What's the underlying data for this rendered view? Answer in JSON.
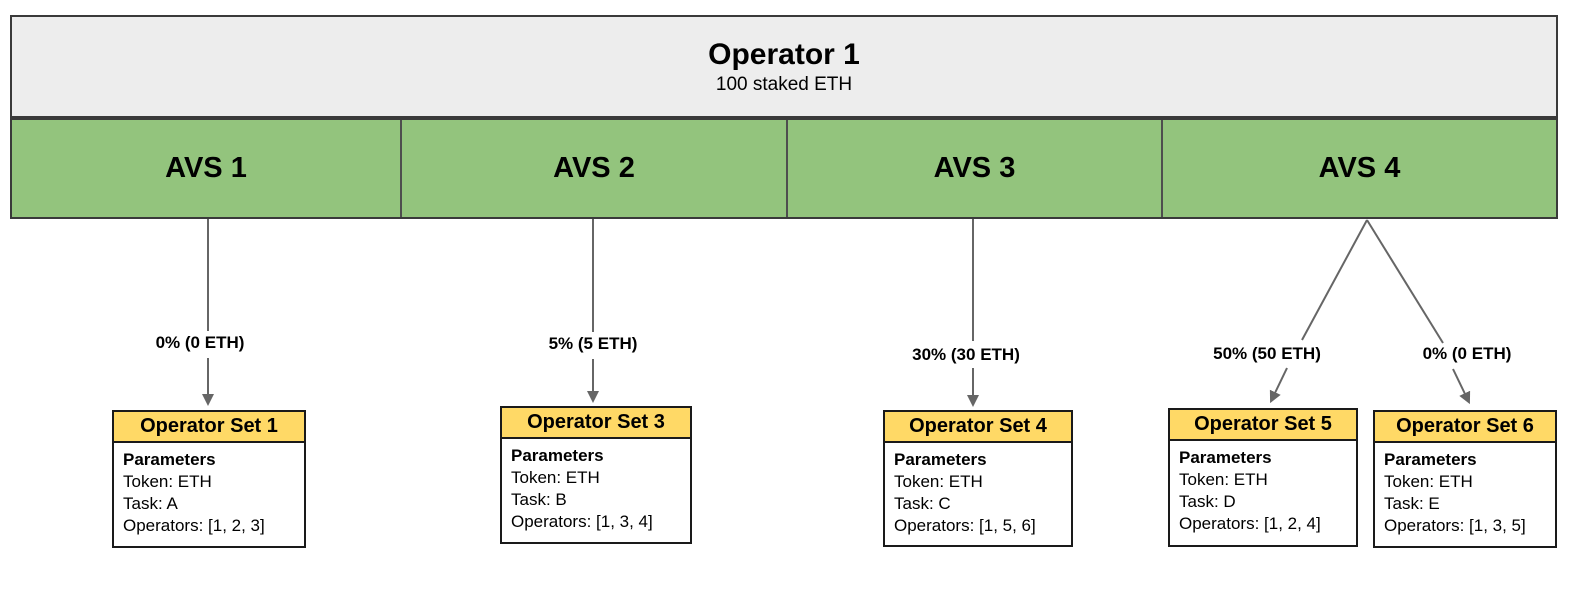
{
  "operator": {
    "title": "Operator 1",
    "subtitle": "100 staked ETH"
  },
  "avs_cells": [
    {
      "label": "AVS 1"
    },
    {
      "label": "AVS 2"
    },
    {
      "label": "AVS 3"
    },
    {
      "label": "AVS 4"
    }
  ],
  "allocations": [
    {
      "from": "AVS 1",
      "to": "Operator Set 1",
      "label": "0% (0 ETH)"
    },
    {
      "from": "AVS 2",
      "to": "Operator Set 3",
      "label": "5% (5 ETH)"
    },
    {
      "from": "AVS 3",
      "to": "Operator Set 4",
      "label": "30% (30 ETH)"
    },
    {
      "from": "AVS 4",
      "to": "Operator Set 5",
      "label": "50% (50 ETH)"
    },
    {
      "from": "AVS 4",
      "to": "Operator Set 6",
      "label": "0% (0 ETH)"
    }
  ],
  "operator_sets": [
    {
      "title": "Operator Set 1",
      "params_heading": "Parameters",
      "token_line": "Token: ETH",
      "task_line": "Task: A",
      "operators_line": "Operators: [1, 2, 3]"
    },
    {
      "title": "Operator Set 3",
      "params_heading": "Parameters",
      "token_line": "Token: ETH",
      "task_line": "Task: B",
      "operators_line": "Operators: [1, 3, 4]"
    },
    {
      "title": "Operator Set 4",
      "params_heading": "Parameters",
      "token_line": "Token: ETH",
      "task_line": "Task: C",
      "operators_line": "Operators: [1, 5, 6]"
    },
    {
      "title": "Operator Set 5",
      "params_heading": "Parameters",
      "token_line": "Token: ETH",
      "task_line": "Task: D",
      "operators_line": "Operators: [1, 2, 4]"
    },
    {
      "title": "Operator Set 6",
      "params_heading": "Parameters",
      "token_line": "Token: ETH",
      "task_line": "Task: E",
      "operators_line": "Operators: [1, 3, 5]"
    }
  ],
  "colors": {
    "operator_fill": "#EDEDED",
    "avs_fill": "#93C47D",
    "set_header_fill": "#FFD966",
    "border_dark": "#3A3A3A",
    "card_border": "#1A1A1A",
    "arrow": "#666666"
  }
}
